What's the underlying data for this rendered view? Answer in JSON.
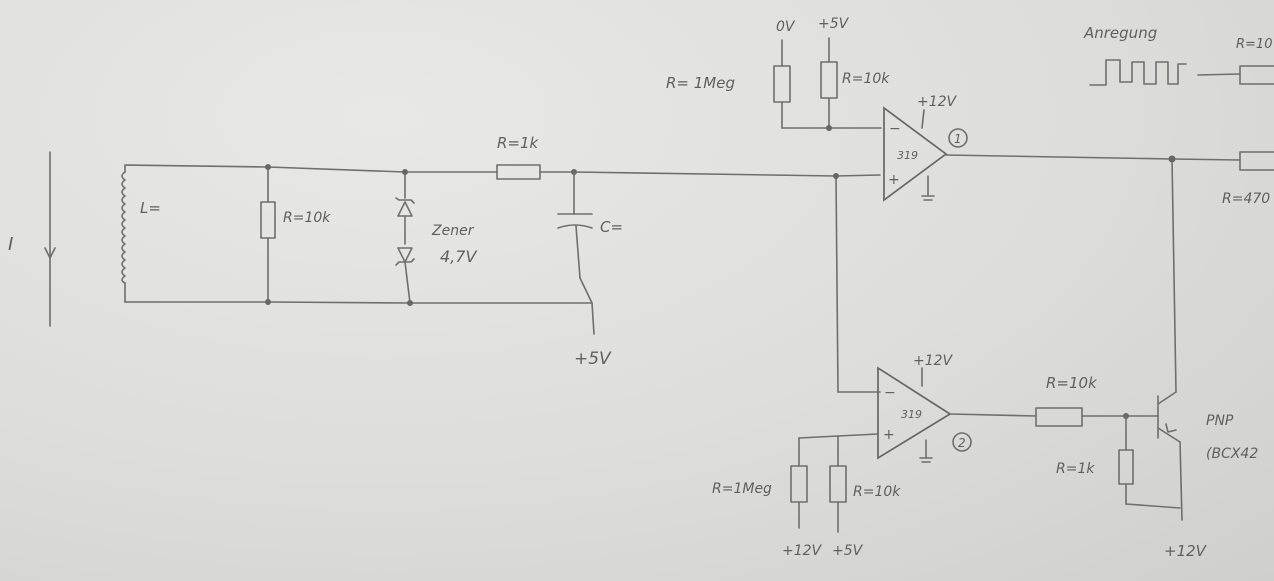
{
  "current_label": "I",
  "inductor_label": "L=",
  "shunt_resistor_label": "R=10k",
  "zener_label_line1": "Zener",
  "zener_label_line2": "4,7V",
  "series_resistor_label": "R=1k",
  "capacitor_label": "C=",
  "cap_supply_label": "+5V",
  "op1": {
    "part": "319",
    "number": "1",
    "minus": "−",
    "plus": "+",
    "supply": "+12V",
    "ref_top_left": "0V",
    "ref_top_right": "+5V",
    "ref_r_big": "R= 1Meg",
    "ref_r_small": "R=10k"
  },
  "op2": {
    "part": "319",
    "number": "2",
    "minus": "−",
    "plus": "+",
    "supply": "+12V",
    "ref_r_big": "R=1Meg",
    "ref_r_small": "R=10k",
    "ref_supply_left": "+12V",
    "ref_supply_right": "+5V"
  },
  "output_resistor_label": "R=10k",
  "base_resistor_label": "R=1k",
  "transistor_label_line1": "PNP",
  "transistor_label_line2": "(BCX42",
  "emitter_supply_label": "+12V",
  "excitation_label": "Anregung",
  "excitation_resistor_label": "R=10",
  "right_resistor_label": "R=470"
}
